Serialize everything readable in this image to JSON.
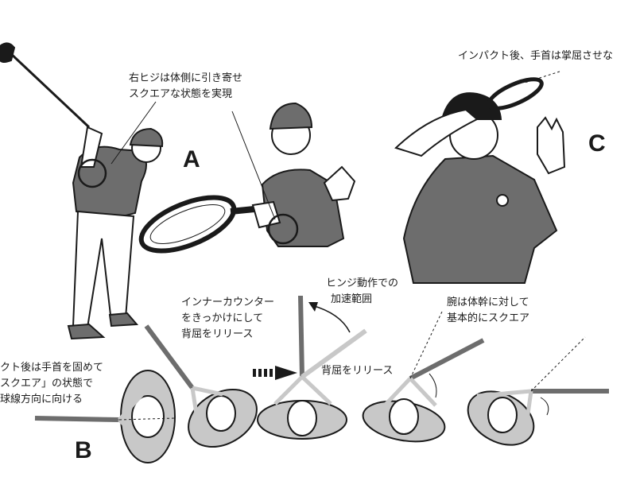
{
  "panel_labels": {
    "a": "A",
    "b": "B",
    "c": "C"
  },
  "annotations": {
    "elbow_line1": "右ヒジは体側に引き寄せ",
    "elbow_line2": "スクエアな状態を実現",
    "after_impact_palmar": "インパクト後、手首は掌屈させな",
    "hinge_line1": "ヒンジ動作での",
    "hinge_line2": "加速範囲",
    "inner_line1": "インナーカウンター",
    "inner_line2": "をきっかけにして",
    "inner_line3": "背屈をリリース",
    "arm_line1": "腕は体幹に対して",
    "arm_line2": "基本的にスクエア",
    "fix_line1": "クト後は手首を固めて",
    "fix_line2": "スクエア」の状態で",
    "fix_line3": "球線方向に向ける",
    "dorsi_release": "背屈をリリース"
  },
  "colors": {
    "gray": "#6d6d6d",
    "light_gray": "#c8c8c8",
    "dark": "#1a1a1a"
  }
}
